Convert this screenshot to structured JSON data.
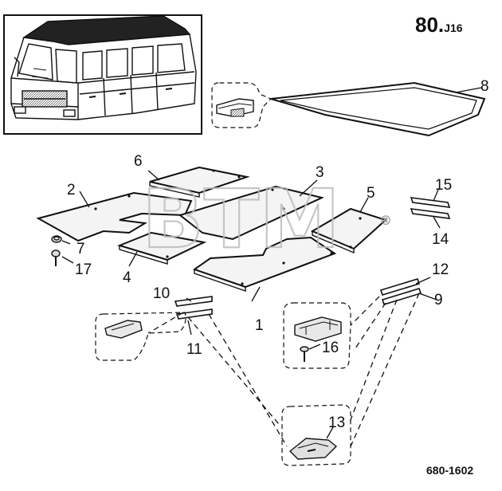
{
  "sheet": {
    "code": "80.",
    "sub": "J16",
    "drawing_number": "680-1602"
  },
  "watermark": {
    "text": "BTM",
    "mark": "®"
  },
  "callouts": {
    "c1": "1",
    "c2": "2",
    "c3": "3",
    "c4": "4",
    "c5": "5",
    "c6": "6",
    "c7": "7",
    "c8": "8",
    "c9": "9",
    "c10": "10",
    "c11": "11",
    "c12": "12",
    "c13": "13",
    "c14": "14",
    "c15": "15",
    "c16": "16",
    "c17": "17"
  },
  "colors": {
    "ink": "#111111",
    "watermark": "#c9c9c9",
    "plate_fill": "#f4f4f4"
  }
}
